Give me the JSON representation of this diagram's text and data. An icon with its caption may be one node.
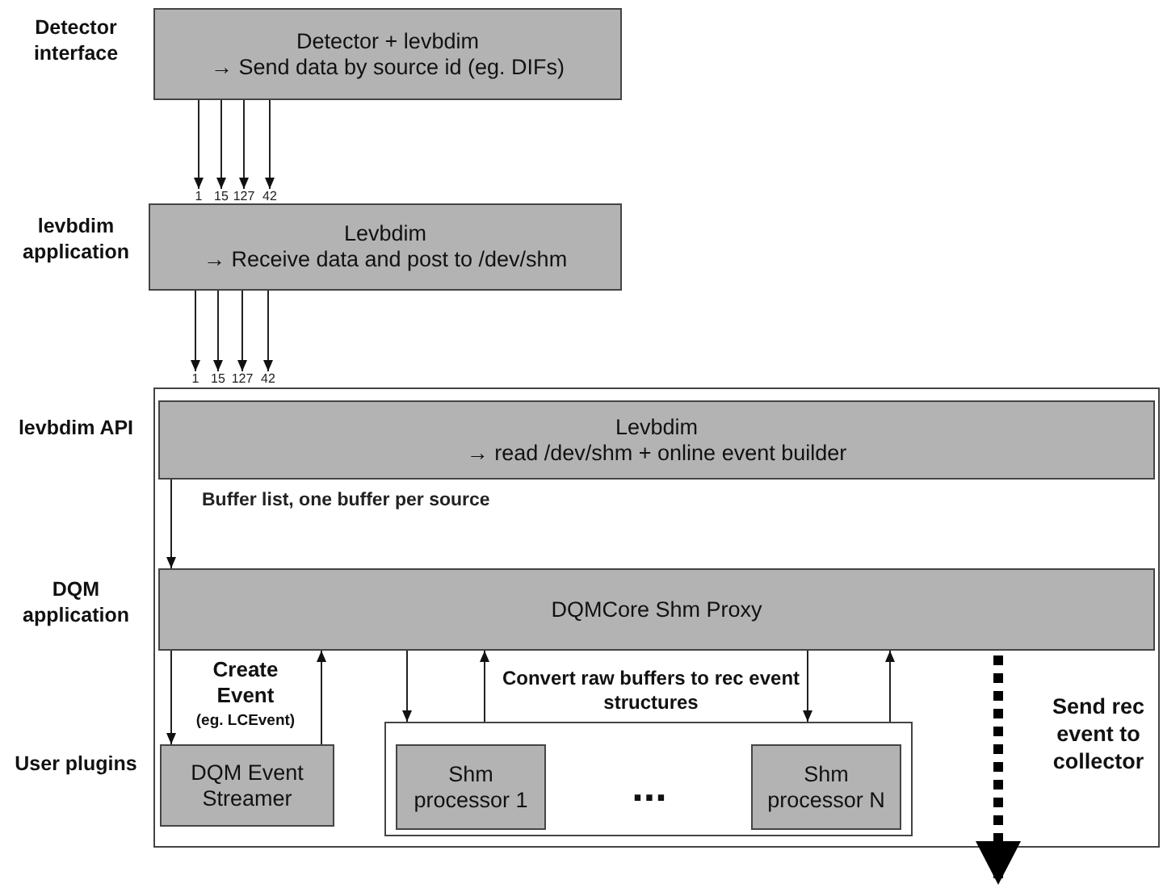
{
  "diagram": {
    "nodes": [
      {
        "text": [
          "Detector + levbdim",
          "→ Send data by source id (eg. DIFs)"
        ]
      },
      {
        "text": [
          "Levbdim",
          "→ Receive data and post to /dev/shm"
        ]
      },
      {
        "text": [],
        "shape": "box"
      },
      {
        "text": [
          "Levbdim",
          "→ read /dev/shm + online event builder"
        ],
        "in": 2
      },
      {
        "text": [
          "DQMCore Shm Proxy"
        ],
        "in": 2
      },
      {
        "text": [
          "DQM Event Streamer"
        ],
        "in": 2
      },
      {
        "text": [],
        "shape": "box",
        "in": 2
      },
      {
        "text": [
          "Shm processor 1"
        ],
        "in": 6
      },
      {
        "text": [
          "Shm processor N"
        ],
        "in": 6
      }
    ],
    "edges": [
      {
        "from": 0,
        "to": 1,
        "arrow": "to",
        "label": "1"
      },
      {
        "from": 0,
        "to": 1,
        "arrow": "to",
        "label": "15"
      },
      {
        "from": 0,
        "to": 1,
        "arrow": "to",
        "label": "127"
      },
      {
        "from": 0,
        "to": 1,
        "arrow": "to",
        "label": "42"
      },
      {
        "from": 1,
        "to": 3,
        "arrow": "to",
        "label": "1"
      },
      {
        "from": 1,
        "to": 3,
        "arrow": "to",
        "label": "15"
      },
      {
        "from": 1,
        "to": 3,
        "arrow": "to",
        "label": "127"
      },
      {
        "from": 1,
        "to": 3,
        "arrow": "to",
        "label": "42"
      },
      {
        "from": 3,
        "to": 4,
        "arrow": "to",
        "label": "Buffer list, one buffer per source"
      },
      {
        "from": 4,
        "to": 5,
        "arrow": "to"
      },
      {
        "from": 5,
        "to": 4,
        "arrow": "to"
      },
      {
        "from": 4,
        "to": 6,
        "arrow": "to"
      },
      {
        "from": 6,
        "to": 4,
        "arrow": "to"
      },
      {
        "from": 4,
        "to": 6,
        "arrow": "to"
      },
      {
        "from": 6,
        "to": 4,
        "arrow": "to"
      },
      {
        "from": 4,
        "to": null,
        "arrow": "to",
        "style": "dashed"
      }
    ],
    "labels": [
      "Detector interface",
      "levbdim application",
      "levbdim API",
      "DQM application",
      "User plugins",
      "Create Event",
      "(eg. LCEvent)",
      "Convert raw buffers to rec event structures",
      "...",
      "Send rec event to collector"
    ]
  }
}
